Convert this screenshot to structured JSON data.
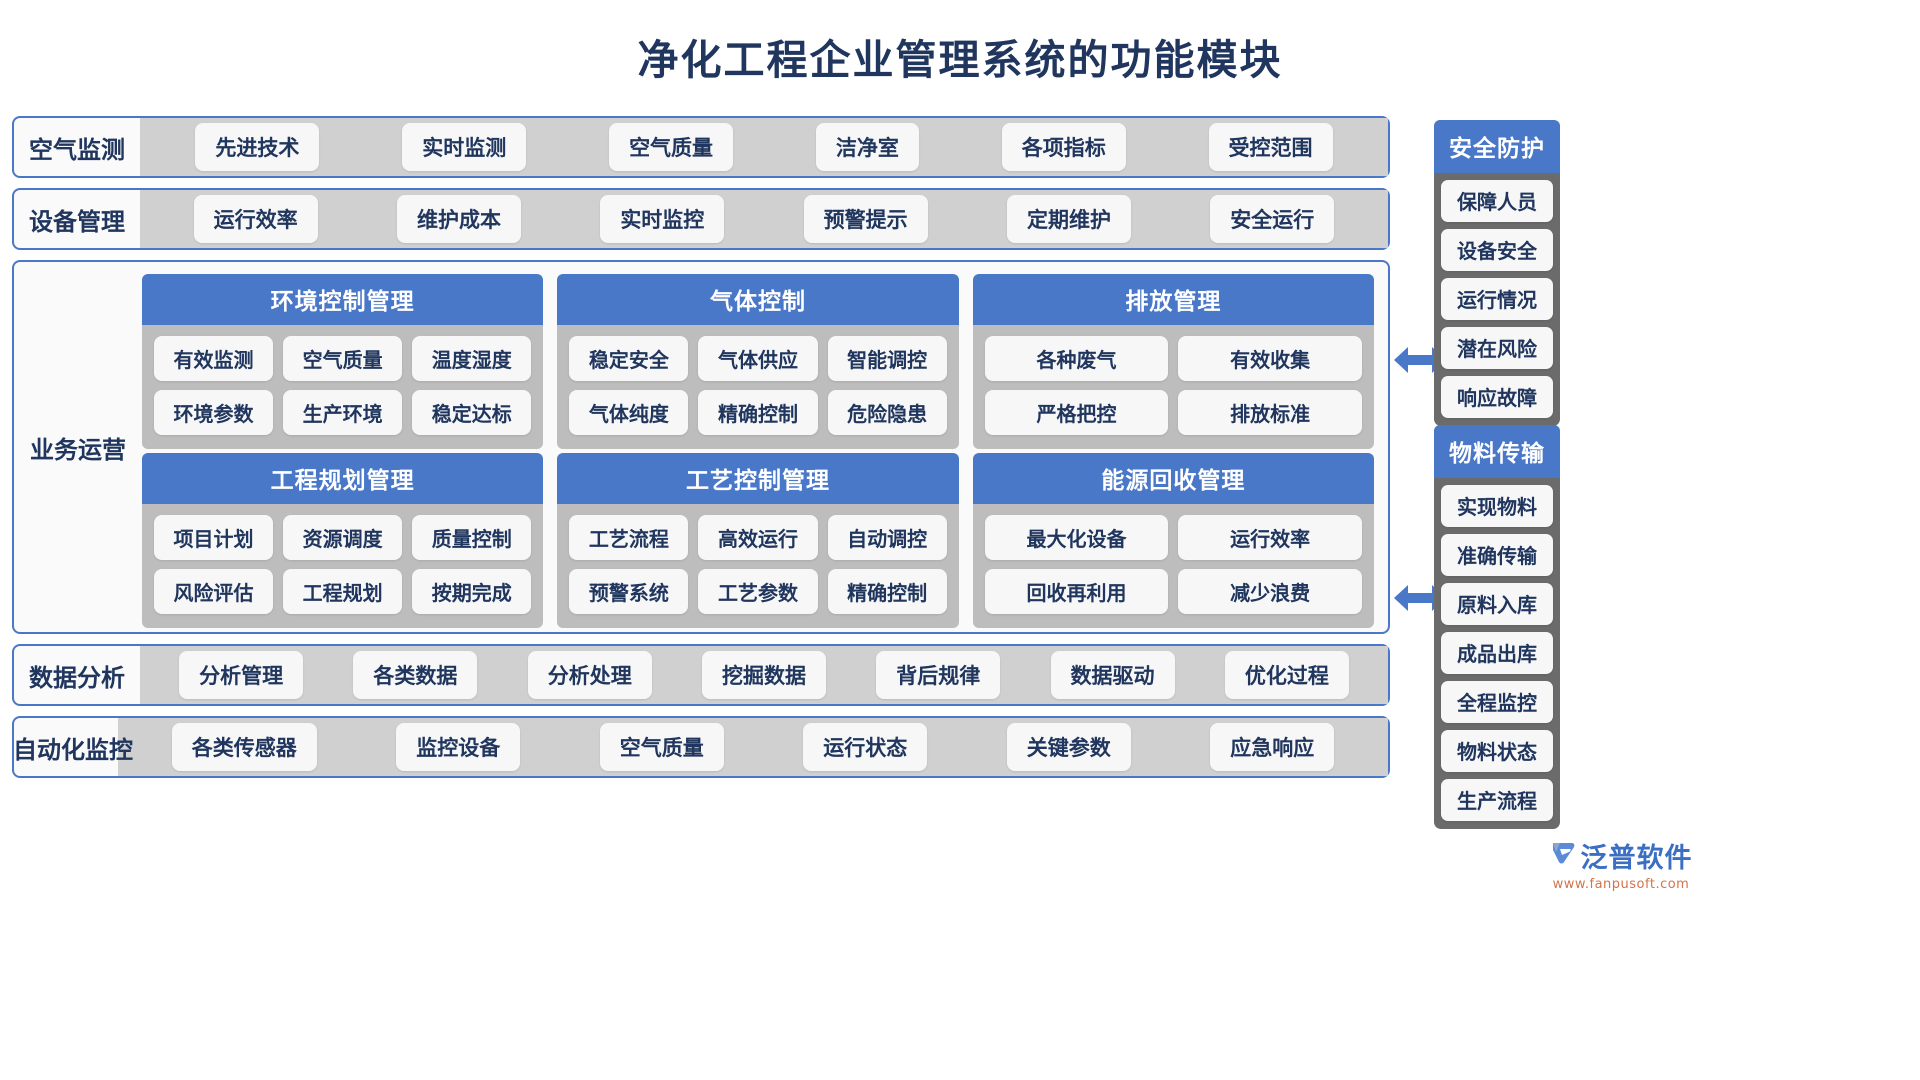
{
  "title": "净化工程企业管理系统的功能模块",
  "colors": {
    "accent_blue": "#4a78c8",
    "title_navy": "#20365e",
    "strip_gray": "#d0d0d0",
    "card_body_gray": "#bdbdbd",
    "sidebar_gray": "#6b6b6b",
    "chip_white": "#f7f7f7",
    "logo_blue": "#3b6fc4",
    "logo_url_orange": "#d2744a"
  },
  "rows": {
    "air_monitoring": {
      "label": "空气监测",
      "chips": [
        "先进技术",
        "实时监测",
        "空气质量",
        "洁净室",
        "各项指标",
        "受控范围"
      ]
    },
    "equipment_management": {
      "label": "设备管理",
      "chips": [
        "运行效率",
        "维护成本",
        "实时监控",
        "预警提示",
        "定期维护",
        "安全运行"
      ]
    },
    "business_operations": {
      "label": "业务运营",
      "cards": [
        {
          "title": "环境控制管理",
          "rows": [
            [
              "有效监测",
              "空气质量",
              "温度湿度"
            ],
            [
              "环境参数",
              "生产环境",
              "稳定达标"
            ]
          ]
        },
        {
          "title": "气体控制",
          "rows": [
            [
              "稳定安全",
              "气体供应",
              "智能调控"
            ],
            [
              "气体纯度",
              "精确控制",
              "危险隐患"
            ]
          ]
        },
        {
          "title": "排放管理",
          "rows": [
            [
              "各种废气",
              "有效收集"
            ],
            [
              "严格把控",
              "排放标准"
            ]
          ]
        },
        {
          "title": "工程规划管理",
          "rows": [
            [
              "项目计划",
              "资源调度",
              "质量控制"
            ],
            [
              "风险评估",
              "工程规划",
              "按期完成"
            ]
          ]
        },
        {
          "title": "工艺控制管理",
          "rows": [
            [
              "工艺流程",
              "高效运行",
              "自动调控"
            ],
            [
              "预警系统",
              "工艺参数",
              "精确控制"
            ]
          ]
        },
        {
          "title": "能源回收管理",
          "rows": [
            [
              "最大化设备",
              "运行效率"
            ],
            [
              "回收再利用",
              "减少浪费"
            ]
          ]
        }
      ]
    },
    "data_analysis": {
      "label": "数据分析",
      "chips": [
        "分析管理",
        "各类数据",
        "分析处理",
        "挖掘数据",
        "背后规律",
        "数据驱动",
        "优化过程"
      ]
    },
    "automation_monitoring": {
      "label": "自动化监控",
      "chips": [
        "各类传感器",
        "监控设备",
        "空气质量",
        "运行状态",
        "关键参数",
        "应急响应"
      ]
    }
  },
  "sidebars": [
    {
      "title": "安全防护",
      "items": [
        "保障人员",
        "设备安全",
        "运行情况",
        "潜在风险",
        "响应故障"
      ]
    },
    {
      "title": "物料传输",
      "items": [
        "实现物料",
        "准确传输",
        "原料入库",
        "成品出库",
        "全程监控",
        "物料状态",
        "生产流程"
      ]
    }
  ],
  "connectors": [
    {
      "name": "safety-link-arrow"
    },
    {
      "name": "material-link-arrow"
    }
  ],
  "logo": {
    "name": "泛普软件",
    "url": "www.fanpusoft.com"
  }
}
